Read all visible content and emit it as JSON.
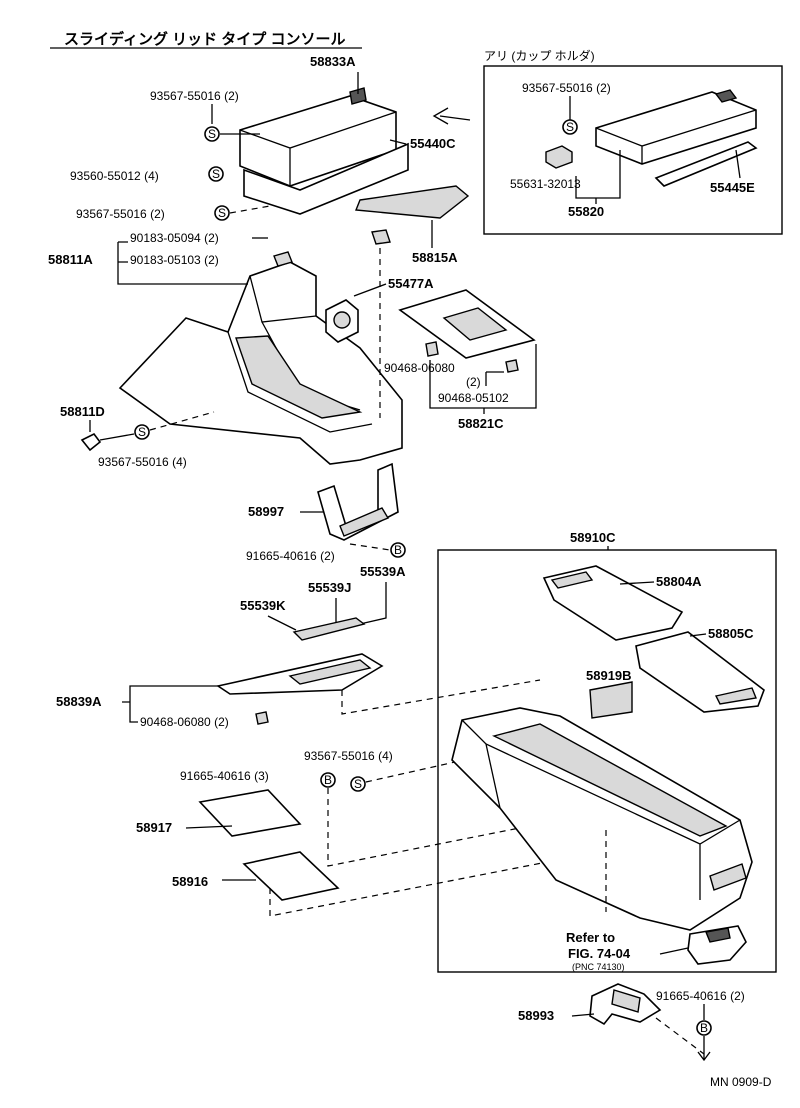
{
  "title": "スライディング リッド タイプ コンソール",
  "inset_title": "アリ (カップ ホルダ)",
  "labels": {
    "p58833A": "58833A",
    "p93567_55016_2a": "93567-55016 (2)",
    "p55440C": "55440C",
    "p93560_55012": "93560-55012 (4)",
    "p93567_55016_2b": "93567-55016 (2)",
    "p58815A": "58815A",
    "i93567_55016_2": "93567-55016 (2)",
    "i55631_32013": "55631-32013",
    "i55820": "55820",
    "i55445E": "55445E",
    "p90183_05094": "90183-05094 (2)",
    "p58811A": "58811A",
    "p90183_05103": "90183-05103 (2)",
    "p55477A": "55477A",
    "p90468_06080_a": "90468-06080",
    "p90468_06080_a_qty": "(2)",
    "p90468_05102": "90468-05102",
    "p58821C": "58821C",
    "p58811D": "58811D",
    "p93567_55016_4a": "93567-55016 (4)",
    "p58997": "58997",
    "p91665_40616_2a": "91665-40616 (2)",
    "p55539A": "55539A",
    "p55539J": "55539J",
    "p55539K": "55539K",
    "p58839A": "58839A",
    "p90468_06080_b": "90468-06080 (2)",
    "p93567_55016_4b": "93567-55016 (4)",
    "p91665_40616_3": "91665-40616 (3)",
    "p58917": "58917",
    "p58916": "58916",
    "p58910C": "58910C",
    "p58804A": "58804A",
    "p58805C": "58805C",
    "p58919B": "58919B",
    "refer_to": "Refer to",
    "refer_fig": "FIG. 74-04",
    "refer_pnc": "(PNC 74130)",
    "p58993": "58993",
    "p91665_40616_2b": "91665-40616 (2)",
    "code": "MN 0909-D"
  },
  "symbols": {
    "screw": "S",
    "bolt": "B"
  }
}
